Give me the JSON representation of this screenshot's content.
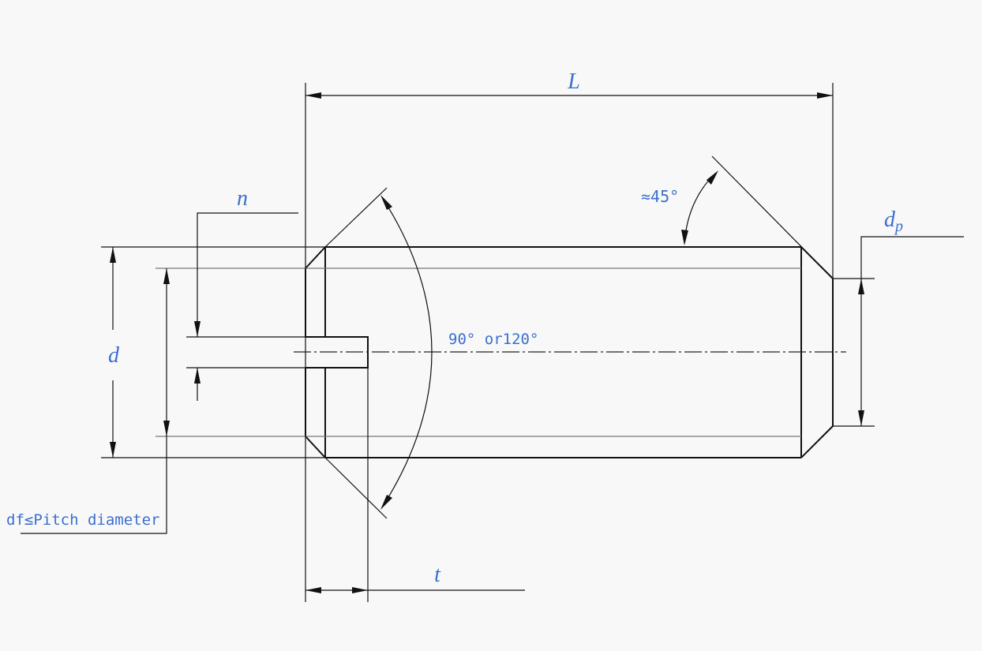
{
  "labels": {
    "length": "L",
    "angle_tip": "≈45°",
    "point_diameter_base": "d",
    "point_diameter_sub": "p",
    "slot_width": "n",
    "diameter": "d",
    "cone_angle": "90° or120°",
    "thread_note": "df≤Pitch diameter",
    "slot_depth": "t"
  },
  "colors": {
    "lines": "#111111",
    "thread_lines": "#777777",
    "labels": "#3a6fd0",
    "background": "#f8f8f8"
  }
}
